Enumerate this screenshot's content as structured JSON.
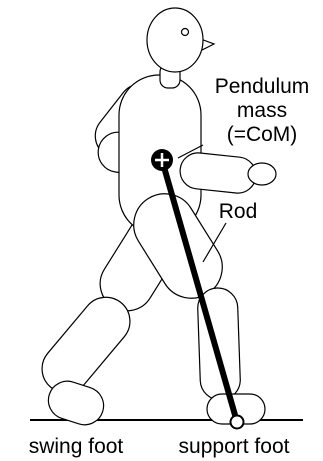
{
  "labels": {
    "pendulum_line1": "Pendulum",
    "pendulum_line2": "mass",
    "pendulum_line3": "(=CoM)",
    "rod": "Rod",
    "swing_foot": "swing foot",
    "support_foot": "support foot"
  },
  "icons": {
    "com_marker": "circle-with-cross-icon",
    "pivot": "open-circle-icon"
  }
}
